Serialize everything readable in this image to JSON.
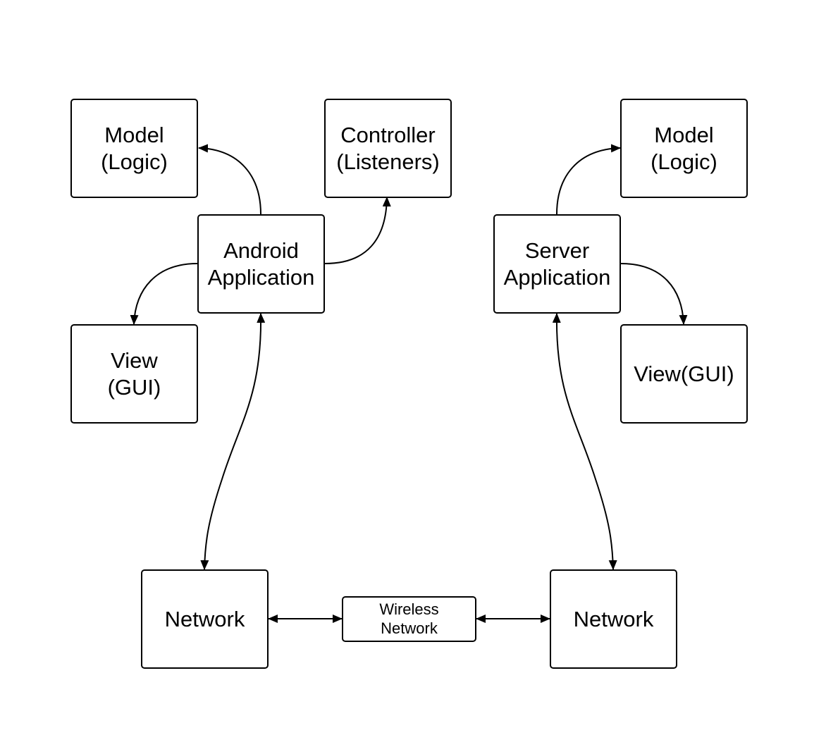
{
  "nodes": {
    "model_left": "Model\n(Logic)",
    "controller": "Controller\n(Listeners)",
    "android_app": "Android\nApplication",
    "view_left": "View\n(GUI)",
    "model_right": "Model\n(Logic)",
    "server_app": "Server\nApplication",
    "view_right": "View(GUI)",
    "network_left": "Network",
    "wireless_network": "Wireless\nNetwork",
    "network_right": "Network"
  },
  "edges": [
    {
      "from": "android_app",
      "to": "model_left",
      "arrow": "end"
    },
    {
      "from": "android_app",
      "to": "controller",
      "arrow": "end"
    },
    {
      "from": "android_app",
      "to": "view_left",
      "arrow": "end"
    },
    {
      "from": "android_app",
      "to": "network_left",
      "arrow": "both"
    },
    {
      "from": "server_app",
      "to": "model_right",
      "arrow": "end"
    },
    {
      "from": "server_app",
      "to": "view_right",
      "arrow": "end"
    },
    {
      "from": "server_app",
      "to": "network_right",
      "arrow": "both"
    },
    {
      "from": "network_left",
      "to": "wireless_network",
      "arrow": "both"
    },
    {
      "from": "wireless_network",
      "to": "network_right",
      "arrow": "both"
    }
  ],
  "colors": {
    "stroke": "#000000",
    "fill": "#ffffff"
  }
}
